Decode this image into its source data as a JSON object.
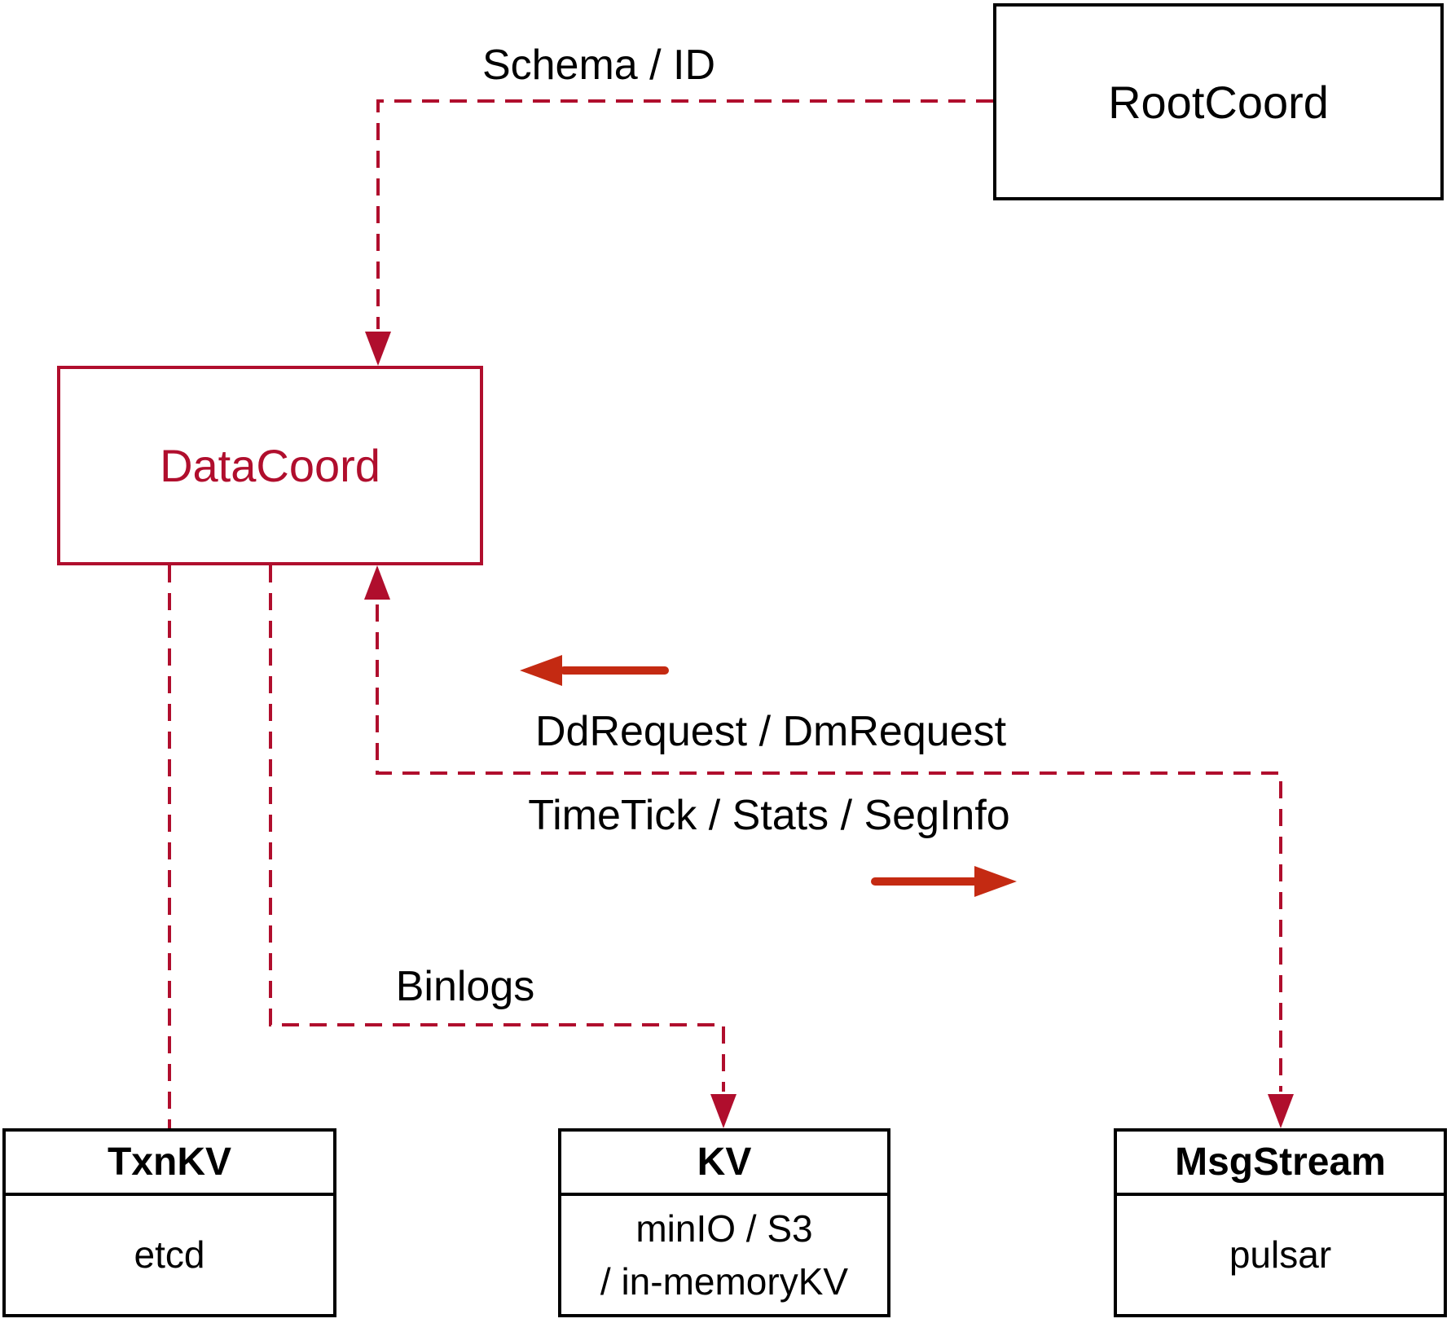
{
  "colors": {
    "connector": "#b00e2d",
    "arrow": "#c42a12",
    "box_border": "#000000",
    "text": "#000000",
    "background": "#ffffff"
  },
  "nodes": {
    "root_coord": {
      "label": "RootCoord"
    },
    "data_coord": {
      "label": "DataCoord"
    },
    "txn_kv": {
      "title": "TxnKV",
      "body": "etcd"
    },
    "kv": {
      "title": "KV",
      "body_line1": "minIO / S3",
      "body_line2": "/ in-memoryKV"
    },
    "msg_stream": {
      "title": "MsgStream",
      "body": "pulsar"
    }
  },
  "edge_labels": {
    "schema_id": "Schema / ID",
    "dd_request": "DdRequest / DmRequest",
    "time_tick": "TimeTick / Stats / SegInfo",
    "binlogs": "Binlogs"
  }
}
